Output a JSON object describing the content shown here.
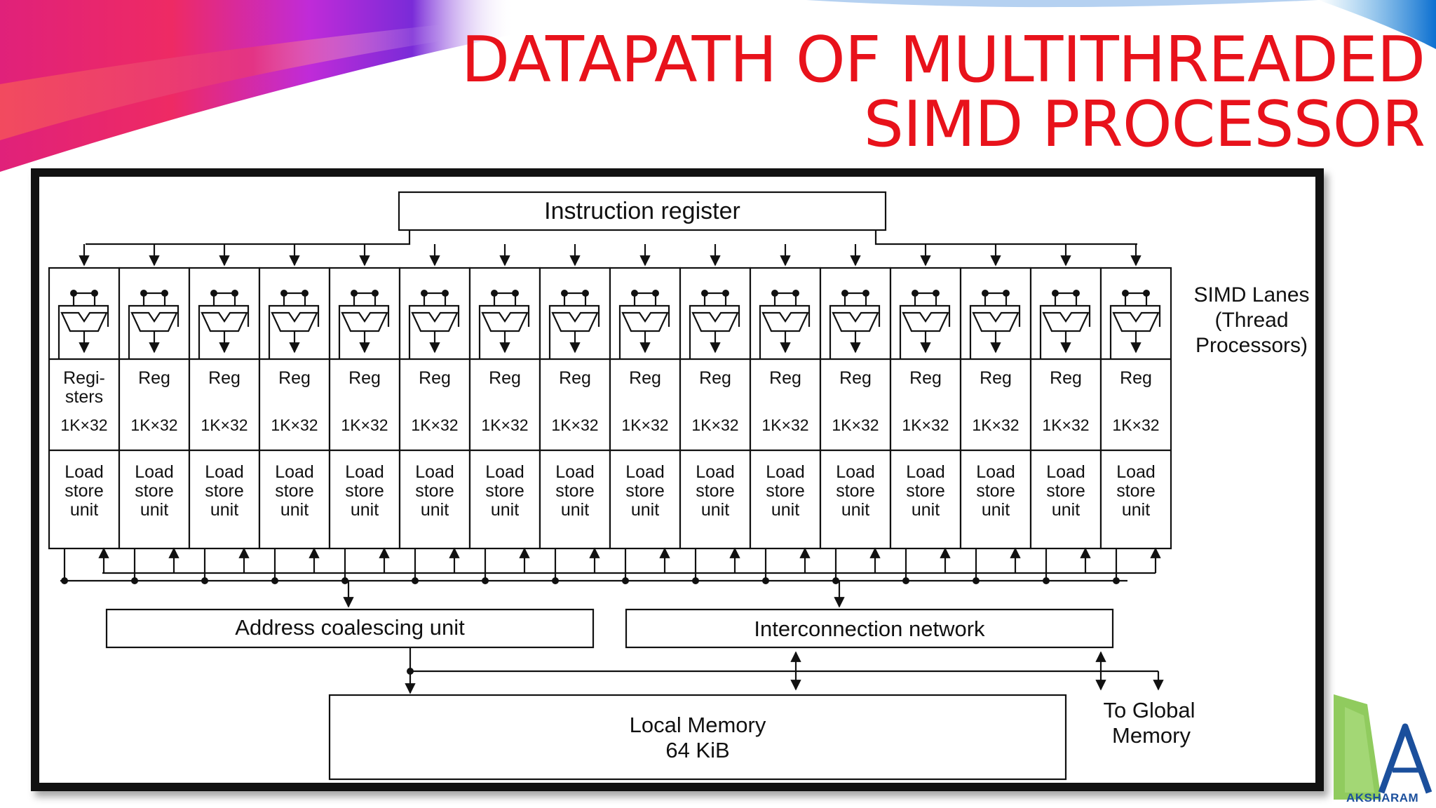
{
  "slide": {
    "title_line1": "DATAPATH OF MULTITHREADED",
    "title_line2": "SIMD PROCESSOR",
    "logo_text": "AKSHARAM",
    "colors": {
      "title": "#e8121b",
      "frame": "#111111",
      "logo_green": "#7dc242",
      "logo_blue": "#1b4f9c"
    }
  },
  "diagram": {
    "instruction_register": "Instruction register",
    "simd_lanes_label": [
      "SIMD Lanes",
      "(Thread",
      "Processors)"
    ],
    "lane_count": 16,
    "first_register_label": [
      "Regi-",
      "sters"
    ],
    "register_label": "Reg",
    "register_size": "1K×32",
    "load_store_label": [
      "Load",
      "store",
      "unit"
    ],
    "address_coalescing_unit": "Address coalescing unit",
    "interconnection_network": "Interconnection network",
    "local_memory": [
      "Local Memory",
      "64 KiB"
    ],
    "to_global_memory": [
      "To Global",
      "Memory"
    ],
    "icons": {
      "lane_alu": "alu-icon"
    }
  }
}
